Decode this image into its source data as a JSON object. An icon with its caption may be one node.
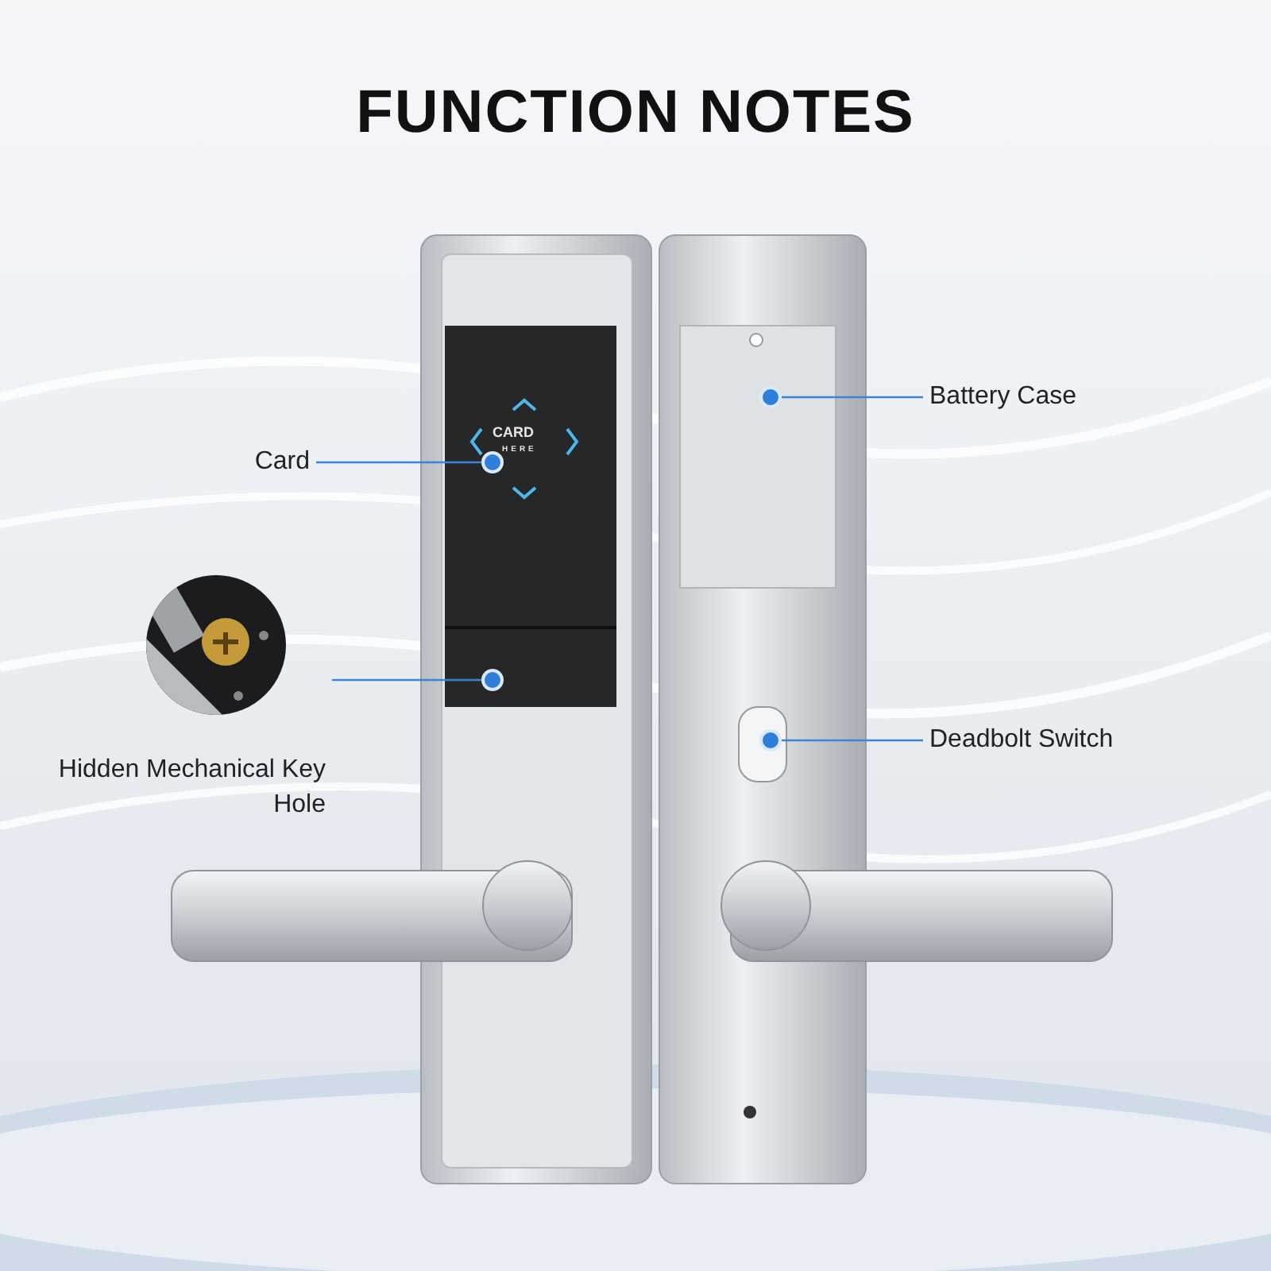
{
  "diagram": {
    "title": "FUNCTION NOTES",
    "nodes": [
      {
        "text": [
          "Card"
        ]
      },
      {
        "text": [],
        "shape": "circle"
      },
      {
        "text": [
          "Hidden Mechanical Key Hole"
        ]
      },
      {
        "text": [],
        "shape": "circle"
      },
      {
        "text": [
          "Battery Case"
        ]
      },
      {
        "text": [],
        "shape": "circle"
      },
      {
        "text": [
          "Deadbolt Switch"
        ]
      },
      {
        "text": [],
        "shape": "circle"
      }
    ],
    "edges": [
      {
        "from": 0,
        "to": 1,
        "arrow": "none"
      },
      {
        "from": 2,
        "to": 3,
        "arrow": "none"
      },
      {
        "from": 4,
        "to": 5,
        "arrow": "none"
      },
      {
        "from": 6,
        "to": 7,
        "arrow": "none"
      }
    ],
    "labels": [
      "CARD",
      "HERE"
    ]
  }
}
